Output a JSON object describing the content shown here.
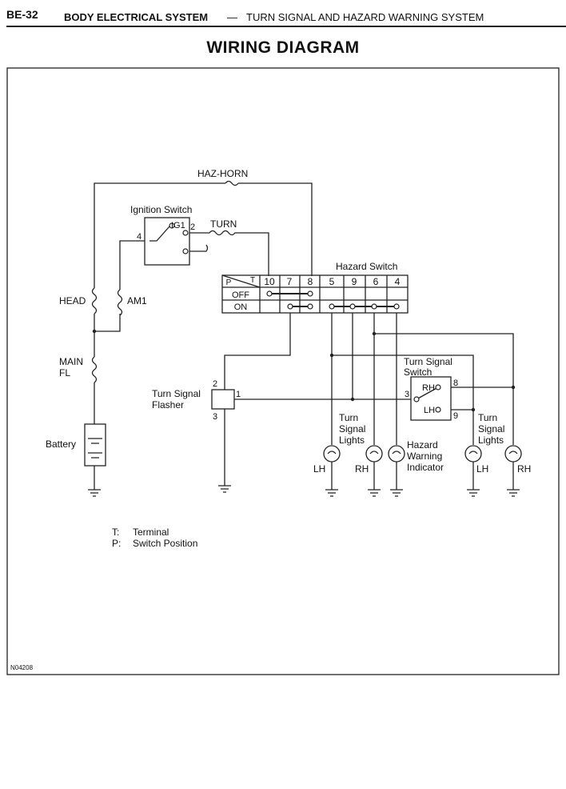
{
  "header": {
    "page_number": "BE-32",
    "section": "BODY ELECTRICAL SYSTEM",
    "dash": "—",
    "subsection": "TURN SIGNAL AND HAZARD WARNING SYSTEM"
  },
  "title": "WIRING DIAGRAM",
  "labels": {
    "haz_horn": "HAZ-HORN",
    "ignition_switch": "Ignition Switch",
    "ig1": "IG1",
    "pin2": "2",
    "pin4": "4",
    "turn": "TURN",
    "head": "HEAD",
    "am1": "AM1",
    "main": "MAIN",
    "fl": "FL",
    "battery": "Battery",
    "hazard_switch": "Hazard Switch",
    "flasher_l1": "Turn Signal",
    "flasher_l2": "Flasher",
    "flasher_p1": "1",
    "flasher_p2": "2",
    "flasher_p3": "3",
    "tss_l1": "Turn Signal",
    "tss_l2": "Switch",
    "tss_rh": "RH",
    "tss_lh": "LH",
    "tss_p3": "3",
    "tss_p8": "8",
    "tss_p9": "9",
    "tsl_left_l1": "Turn",
    "tsl_left_l2": "Signal",
    "tsl_left_l3": "Lights",
    "hwi_l1": "Hazard",
    "hwi_l2": "Warning",
    "hwi_l3": "Indicator",
    "tsl_right_l1": "Turn",
    "tsl_right_l2": "Signal",
    "tsl_right_l3": "Lights",
    "lamp_lh1": "LH",
    "lamp_rh1": "RH",
    "lamp_lh2": "LH",
    "lamp_rh2": "RH"
  },
  "hazard_table": {
    "corner_p": "P",
    "corner_t": "T",
    "terminals": [
      "10",
      "7",
      "8",
      "5",
      "9",
      "6",
      "4"
    ],
    "rows": [
      "OFF",
      "ON"
    ]
  },
  "legend": {
    "t_key": "T:",
    "t_val": "Terminal",
    "p_key": "P:",
    "p_val": "Switch Position"
  },
  "figure_code": "N04208"
}
